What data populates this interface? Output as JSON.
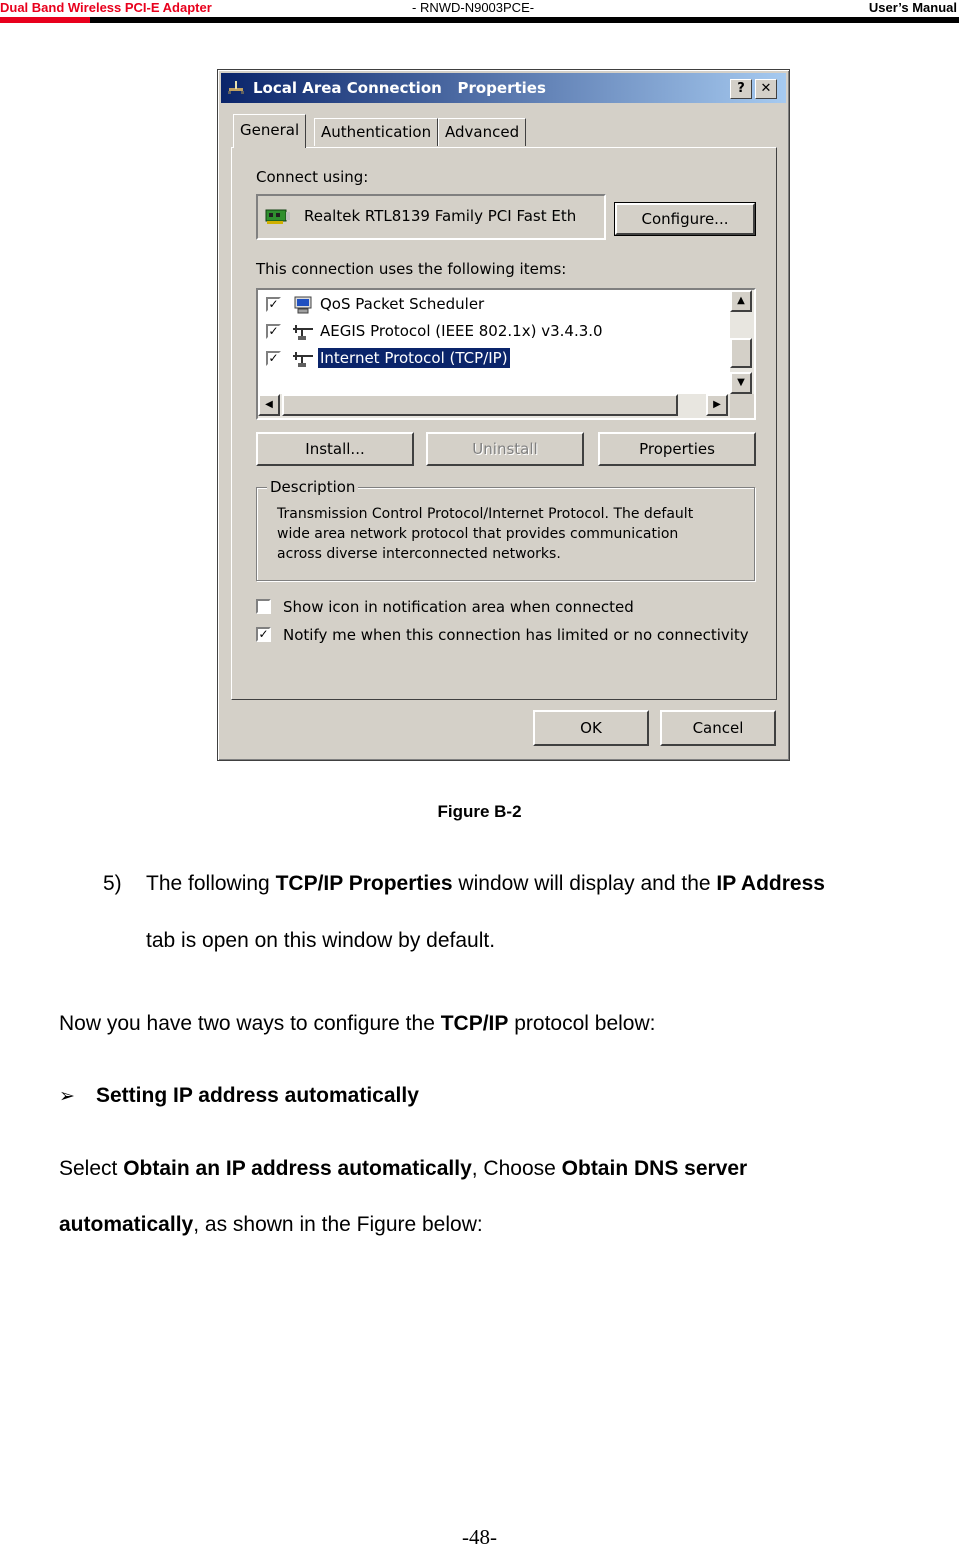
{
  "header": {
    "left": "Dual Band Wireless PCI-E Adapter",
    "center": "- RNWD-N9003PCE-",
    "right": "User’s Manual"
  },
  "dialog": {
    "title": "Local Area Connection   Properties",
    "help_btn": "?",
    "close_btn": "✕",
    "tabs": [
      "General",
      "Authentication",
      "Advanced"
    ],
    "connect_using_label": "Connect using:",
    "adapter_name": "Realtek RTL8139 Family PCI Fast Eth",
    "configure_btn": "Configure...",
    "items_label": "This connection uses the following items:",
    "items": [
      {
        "label": "QoS Packet Scheduler",
        "checked": true,
        "icon": "qos-icon"
      },
      {
        "label": "AEGIS Protocol (IEEE 802.1x) v3.4.3.0",
        "checked": true,
        "icon": "protocol-icon"
      },
      {
        "label": "Internet Protocol (TCP/IP)",
        "checked": true,
        "icon": "protocol-icon",
        "selected": true
      }
    ],
    "install_btn": "Install...",
    "uninstall_btn": "Uninstall",
    "properties_btn": "Properties",
    "description_label": "Description",
    "description_lines": [
      "Transmission Control Protocol/Internet Protocol. The default",
      "wide area network protocol that provides communication",
      "across diverse interconnected networks."
    ],
    "show_icon_label": "Show icon in notification area when connected",
    "show_icon_checked": false,
    "notify_label": "Notify me when this connection has limited or no connectivity",
    "notify_checked": true,
    "ok_btn": "OK",
    "cancel_btn": "Cancel"
  },
  "caption": "Figure B-2",
  "step": {
    "number": "5)",
    "t1": "The following ",
    "b1": "TCP/IP Properties",
    "t2": " window will display and the ",
    "b2": "IP Address",
    "line2": "tab is open on this window by default."
  },
  "intro": {
    "t1": "Now you have two ways to configure the ",
    "b1": "TCP/IP",
    "t2": " protocol below:"
  },
  "bullet": {
    "symbol": "➢",
    "text": "Setting IP address automatically"
  },
  "select_para": {
    "t1": "Select ",
    "b1": "Obtain an IP address automatically",
    "t2": ", Choose ",
    "b2": "Obtain DNS server",
    "b3": "automatically",
    "t3": ", as shown in the Figure below:"
  },
  "page_number": "-48-"
}
